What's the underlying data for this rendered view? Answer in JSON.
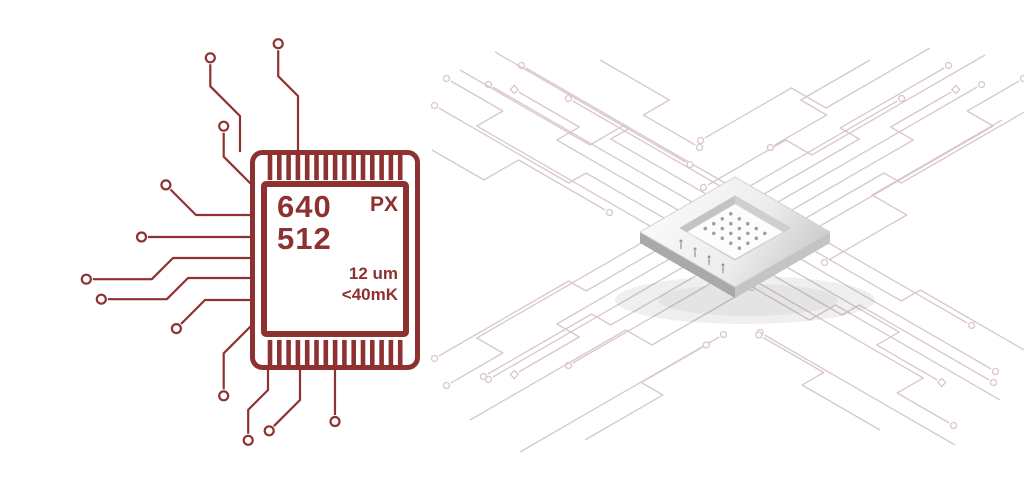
{
  "chip_label": {
    "values": [
      "640",
      "512"
    ],
    "unit": "PX",
    "specs": [
      "12 um",
      "<40mK"
    ]
  },
  "colors": {
    "accent": "#8e3231",
    "trace": "#d9c8c7",
    "background": "#ffffff"
  },
  "icons": [
    "chip-package-icon",
    "isometric-chip-icon",
    "circuit-trace-pattern"
  ]
}
